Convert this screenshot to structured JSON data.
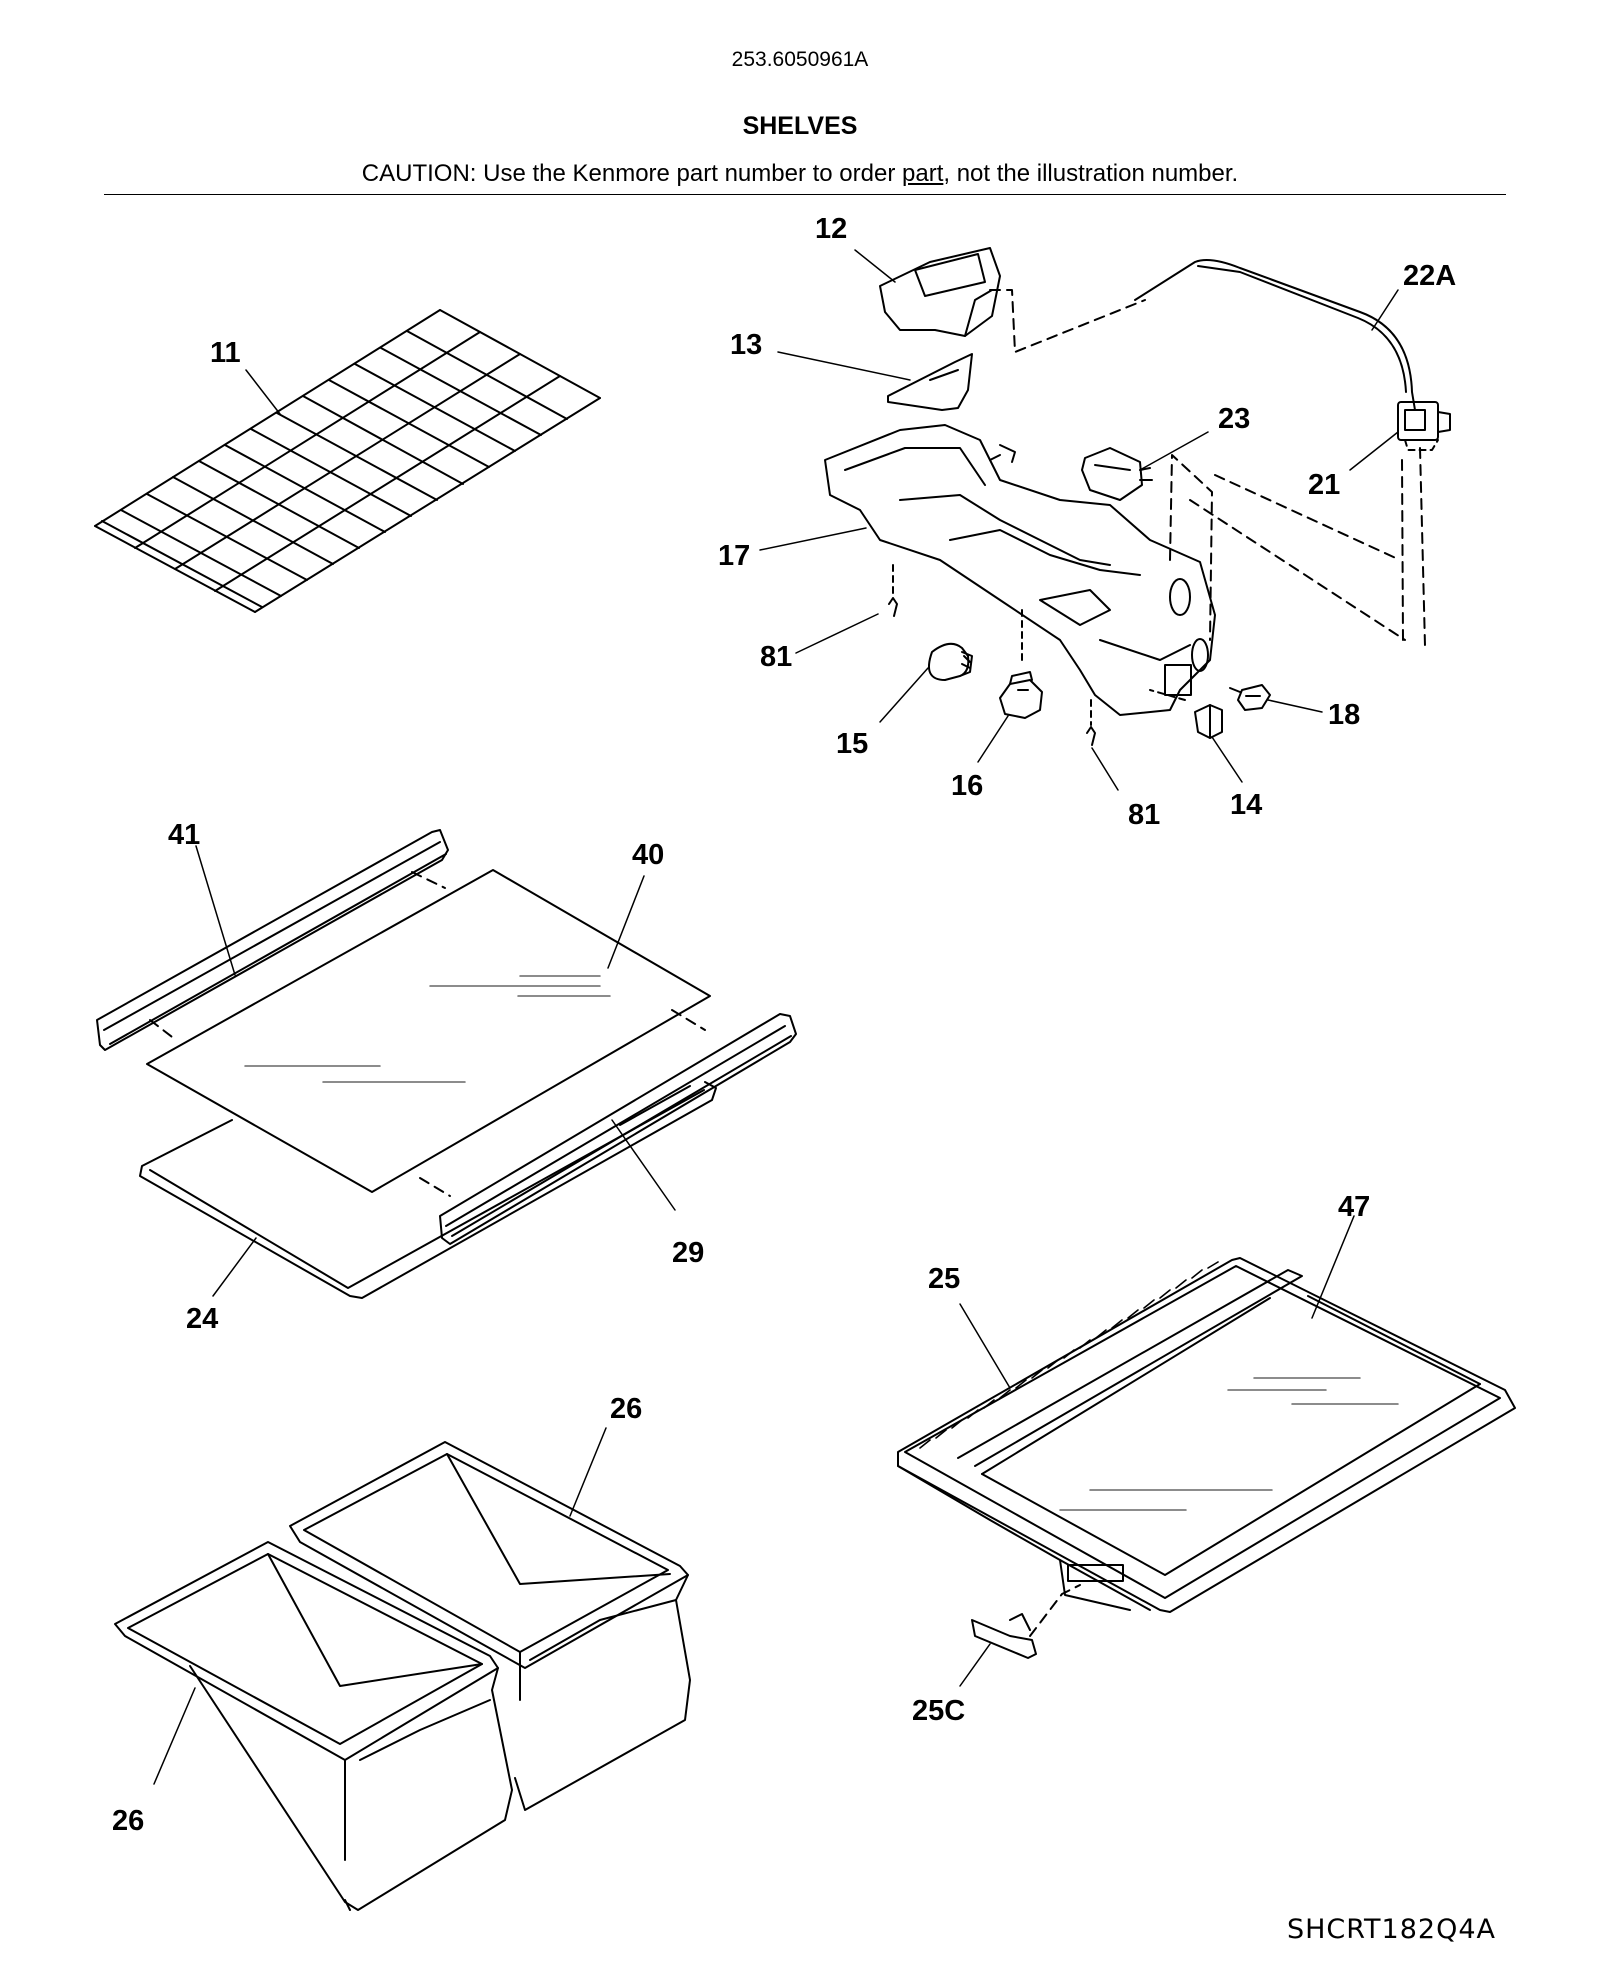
{
  "header": {
    "model_number": "253.6050961A",
    "section_title": "SHELVES",
    "caution_prefix": "CAUTION: Use the Kenmore part number to order ",
    "caution_link_word": "part",
    "caution_suffix": ", not the illustration number."
  },
  "callouts": {
    "c12": "12",
    "c22a": "22A",
    "c11": "11",
    "c13": "13",
    "c23": "23",
    "c21": "21",
    "c17": "17",
    "c81a": "81",
    "c18": "18",
    "c15": "15",
    "c16": "16",
    "c81b": "81",
    "c14": "14",
    "c41": "41",
    "c40": "40",
    "c29": "29",
    "c24": "24",
    "c47": "47",
    "c25": "25",
    "c26a": "26",
    "c26b": "26",
    "c25c": "25C"
  },
  "footer": {
    "drawing_code": "SHCRT182Q4A"
  }
}
